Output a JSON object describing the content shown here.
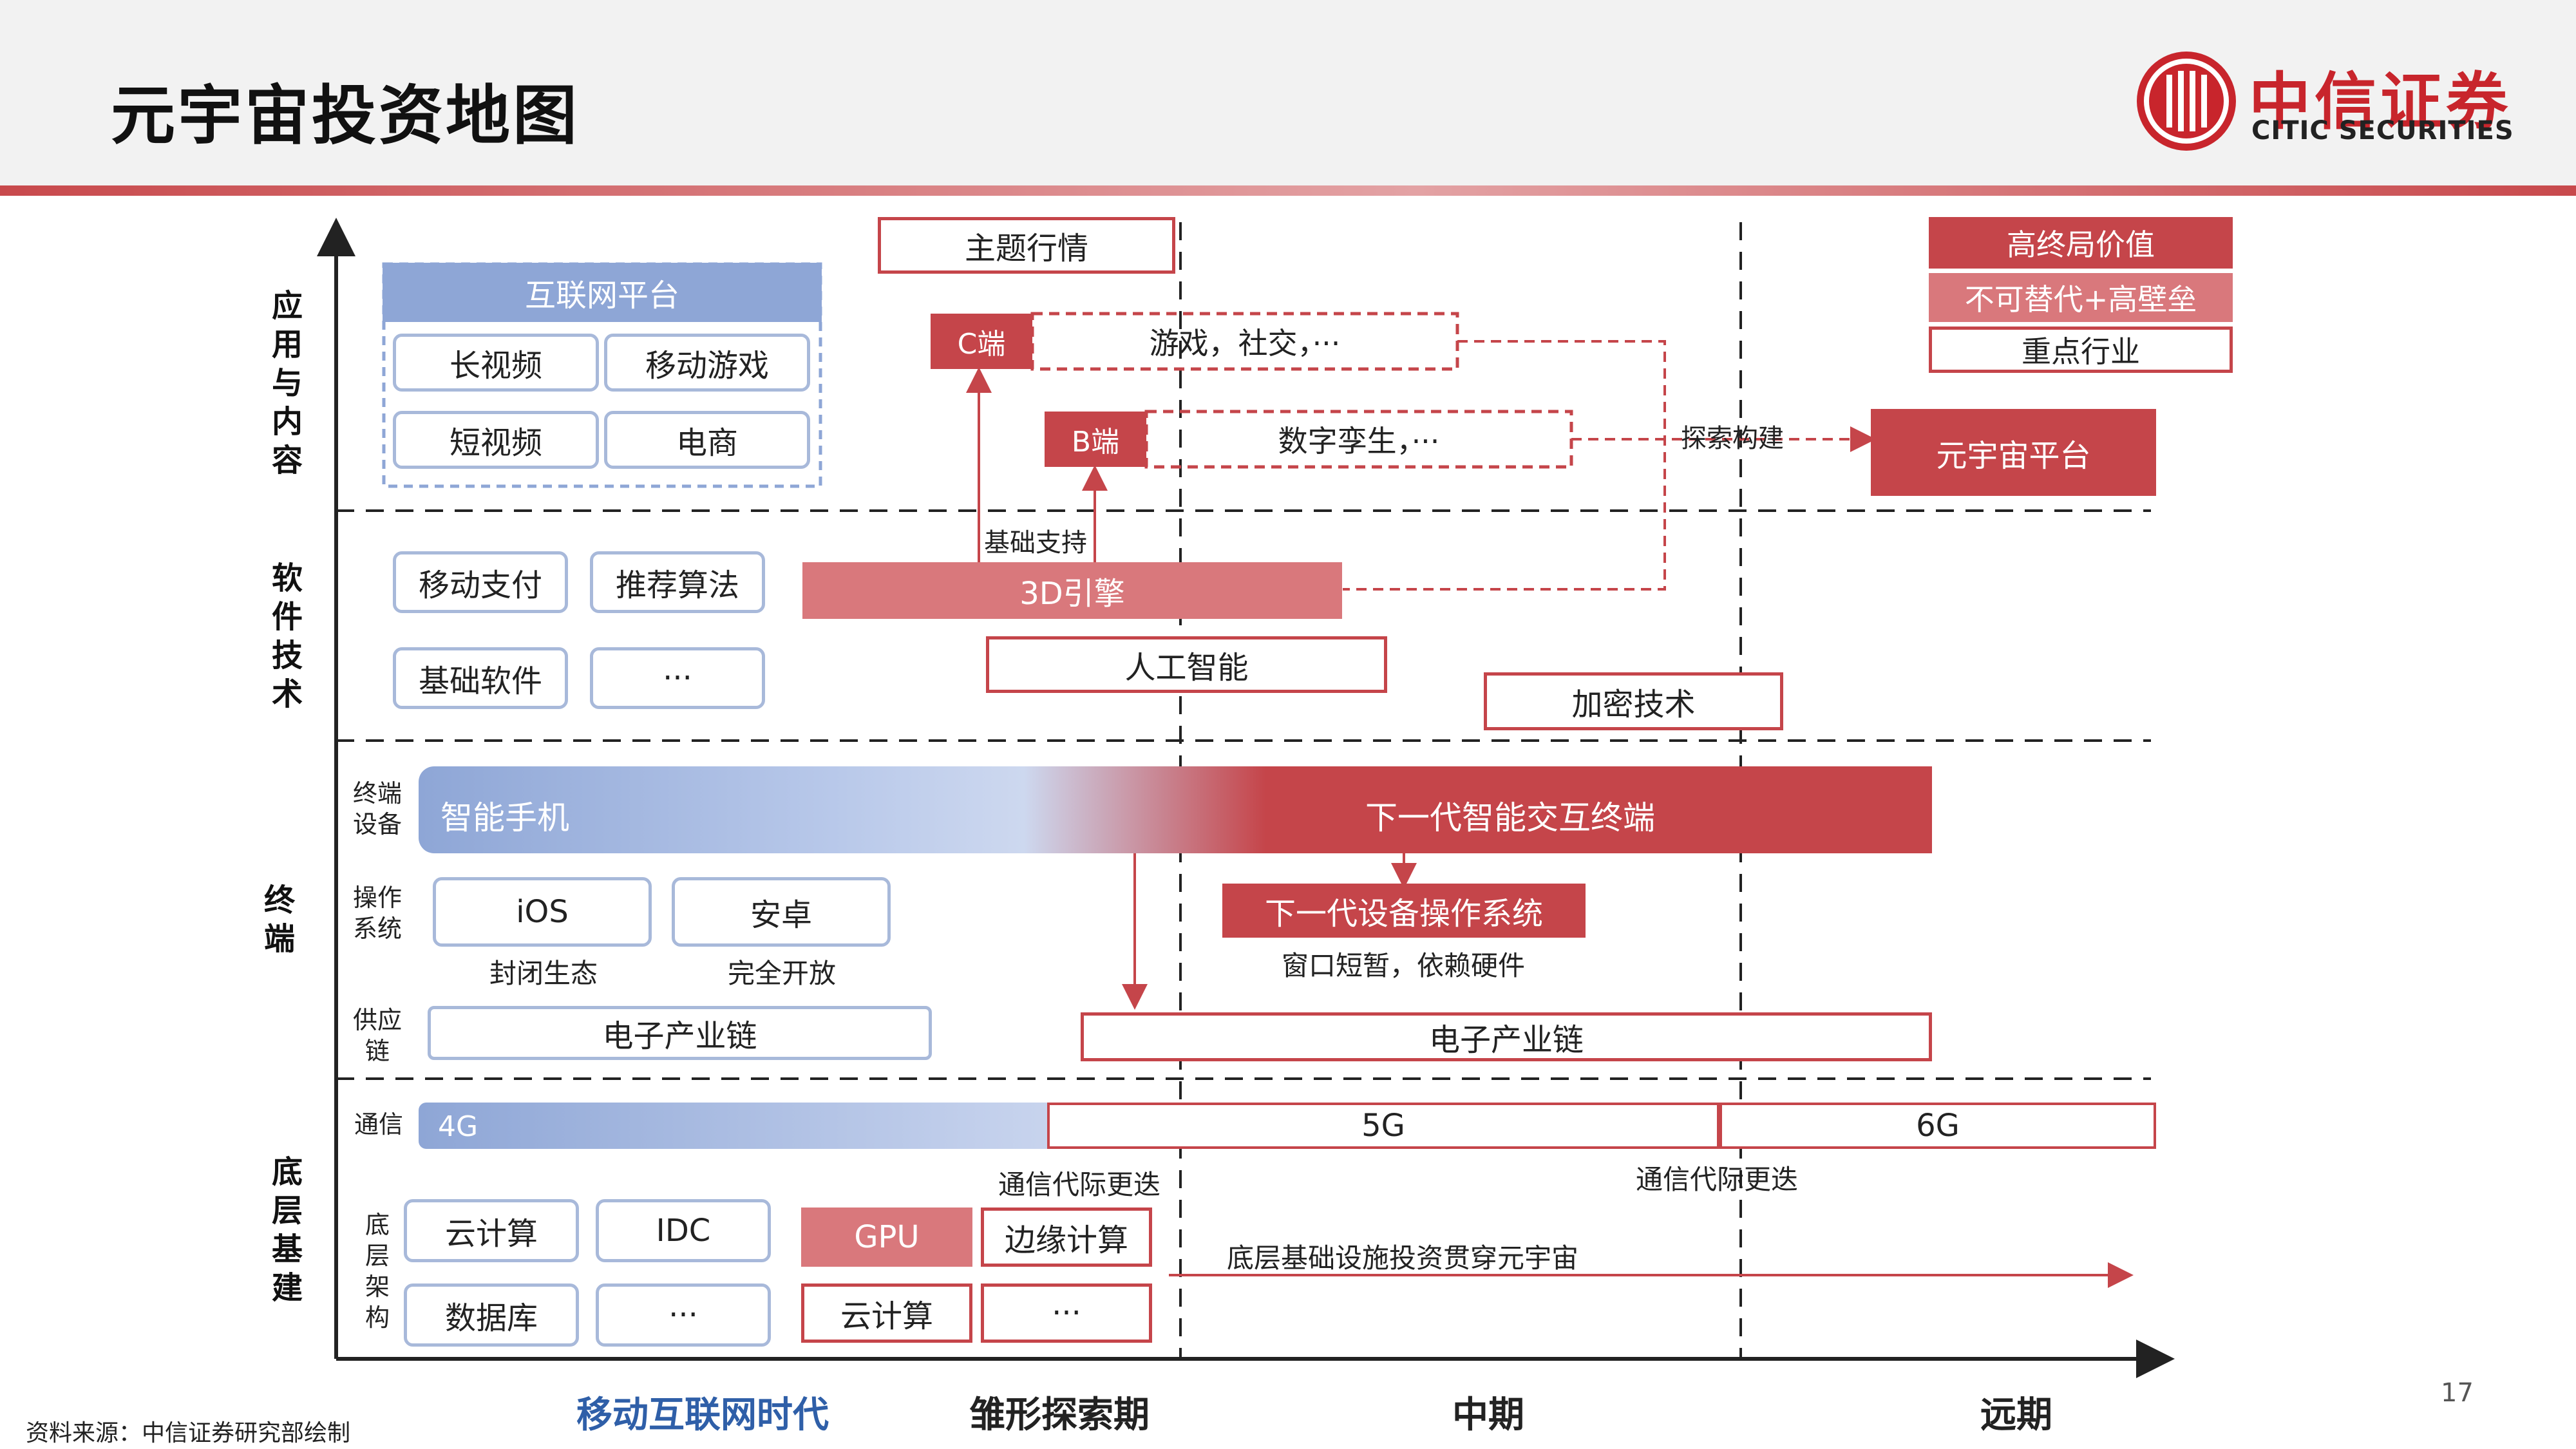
{
  "title": "元宇宙投资地图",
  "logo": {
    "cn": "中信证券",
    "en": "CITIC SECURITIES"
  },
  "page_number": "17",
  "source": "资料来源：中信证券研究部绘制",
  "colors": {
    "red": "#c5454a",
    "pink": "#d9787c",
    "blue": "#a8b9da",
    "blue_dark": "#8ea6d6"
  },
  "layers": {
    "app": "应用与内容",
    "software": "软件技术",
    "terminal": "终端",
    "infra": "底层基建"
  },
  "sublabels": {
    "device": "终端设备",
    "os": "操作系统",
    "supply": "供应链",
    "comm": "通信",
    "arch": "底层架构"
  },
  "app": {
    "platform": "互联网平台",
    "items": [
      "长视频",
      "移动游戏",
      "短视频",
      "电商"
    ],
    "theme": "主题行情",
    "c_tag": "C端",
    "c_text": "游戏，社交，···",
    "b_tag": "B端",
    "b_text": "数字孪生，···",
    "explore": "探索构建",
    "metaverse_platform": "元宇宙平台",
    "legend": [
      "高终局价值",
      "不可替代+高壁垒",
      "重点行业"
    ]
  },
  "software": {
    "items": [
      "移动支付",
      "推荐算法",
      "基础软件",
      "···"
    ],
    "base_support": "基础支持",
    "engine": "3D引擎",
    "ai": "人工智能",
    "crypto": "加密技术"
  },
  "terminal": {
    "smartphone": "智能手机",
    "next_terminal": "下一代智能交互终端",
    "ios": "iOS",
    "ios_note": "封闭生态",
    "android": "安卓",
    "android_note": "完全开放",
    "next_os": "下一代设备操作系统",
    "next_os_note": "窗口短暂，依赖硬件",
    "supply_left": "电子产业链",
    "supply_right": "电子产业链"
  },
  "infra": {
    "g4": "4G",
    "g5": "5G",
    "g6": "6G",
    "comm_note_1": "通信代际更迭",
    "comm_note_2": "通信代际更迭",
    "left_items": [
      "云计算",
      "IDC",
      "数据库",
      "···"
    ],
    "gpu": "GPU",
    "edge": "边缘计算",
    "cloud": "云计算",
    "more": "···",
    "through": "底层基础设施投资贯穿元宇宙"
  },
  "periods": [
    "移动互联网时代",
    "雏形探索期",
    "中期",
    "远期"
  ]
}
